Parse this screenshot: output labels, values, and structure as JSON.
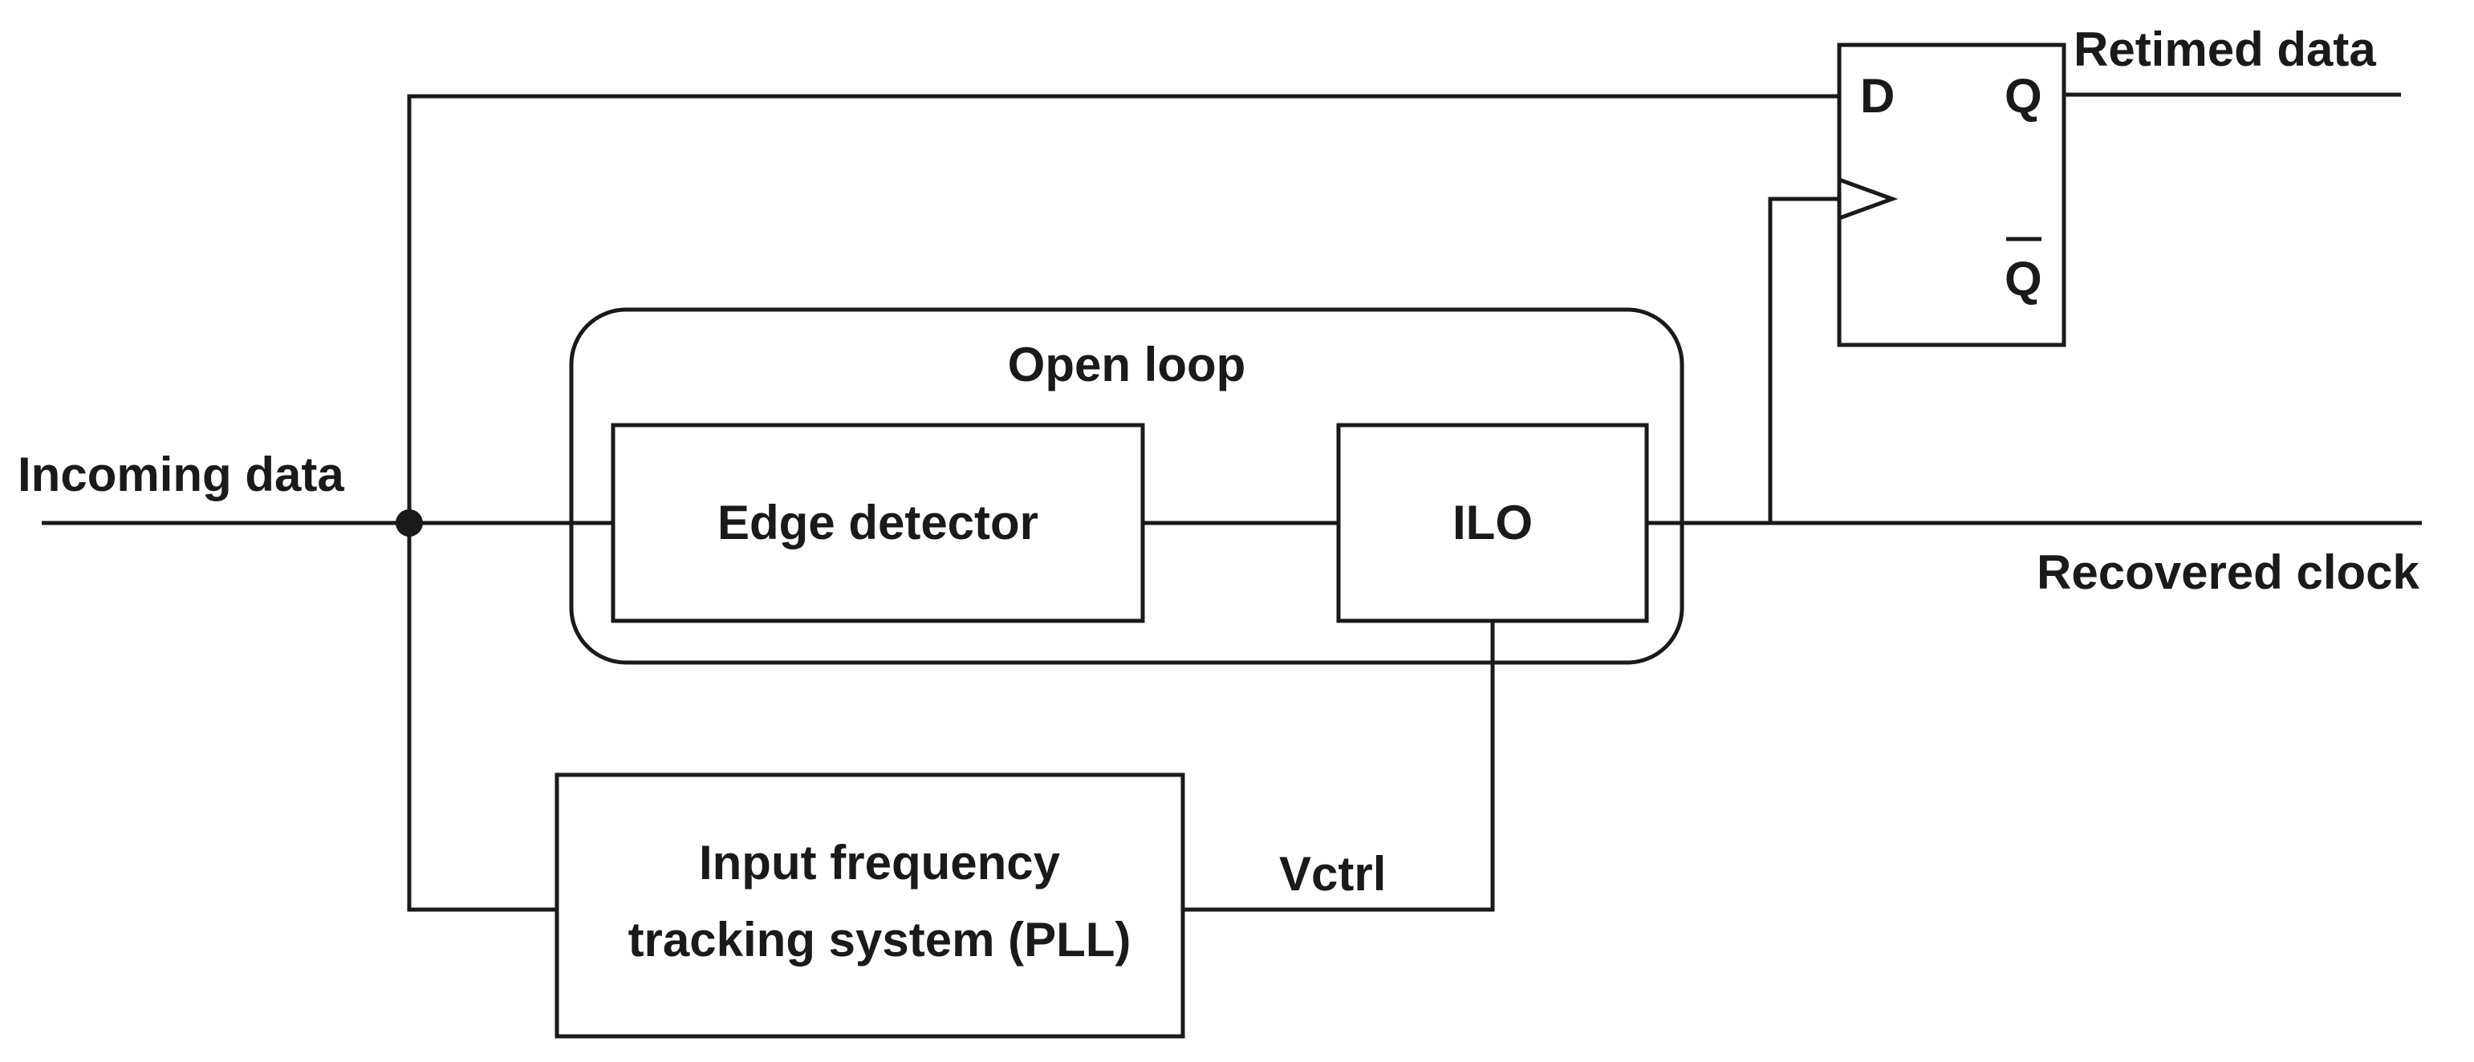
{
  "diagram": {
    "incoming_data": "Incoming data",
    "open_loop": "Open loop",
    "edge_detector": "Edge detector",
    "ilo": "ILO",
    "pll_line1": "Input frequency",
    "pll_line2": "tracking system (PLL)",
    "vctrl": "Vctrl",
    "retimed_data": "Retimed data",
    "recovered_clock": "Recovered clock",
    "flipflop": {
      "d": "D",
      "q": "Q",
      "qbar": "Q"
    }
  }
}
